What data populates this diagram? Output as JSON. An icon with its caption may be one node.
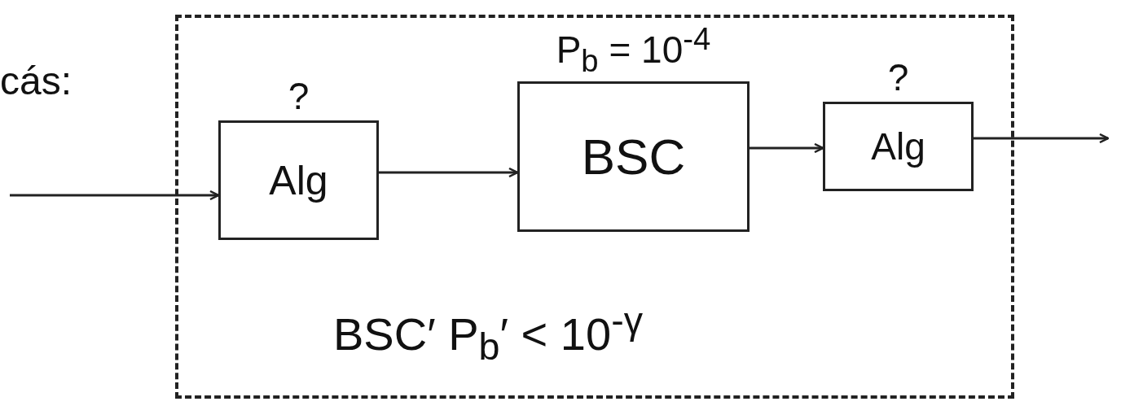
{
  "diagram": {
    "nodes": [
      {
        "text": [
          "BSC′ P$_{b}$′ < 10$^{-γ}$"
        ]
      },
      {
        "text": [
          "Alg"
        ],
        "in": 0,
        "beside": [
          "?"
        ]
      },
      {
        "text": [
          "BSC"
        ],
        "in": 0,
        "beside": [
          "P$_{b}$ = 10$^{-4}$"
        ]
      },
      {
        "text": [
          "Alg"
        ],
        "in": 0,
        "beside": [
          "?"
        ]
      }
    ],
    "edges": [
      {
        "from": null,
        "to": 1,
        "arrow": "to"
      },
      {
        "from": 1,
        "to": 2,
        "arrow": "to"
      },
      {
        "from": 2,
        "to": 3,
        "arrow": "to"
      },
      {
        "from": 3,
        "to": null,
        "arrow": "to"
      }
    ],
    "labels": [
      "cás:"
    ]
  }
}
